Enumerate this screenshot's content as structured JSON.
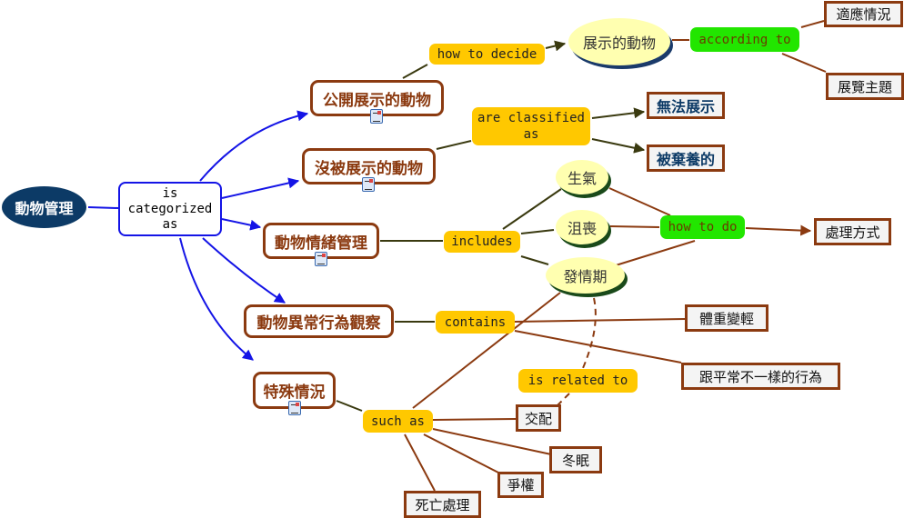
{
  "root": "動物管理",
  "link_categorized": "is categorized as",
  "categories": {
    "public": "公開展示的動物",
    "not_shown": "沒被展示的動物",
    "emotion": "動物情緒管理",
    "abnormal": "動物異常行為觀察",
    "special": "特殊情況"
  },
  "links": {
    "how_to_decide": "how to decide",
    "according_to": "according to",
    "are_classified_as": "are classified as",
    "includes": "includes",
    "how_to_do": "how to do",
    "contains": "contains",
    "is_related_to": "is related to",
    "such_as": "such as"
  },
  "concepts": {
    "shown_animals": "展示的動物",
    "adaptation": "適應情況",
    "exhibit_theme": "展覽主題",
    "cannot_show": "無法展示",
    "abandoned": "被棄養的",
    "angry": "生氣",
    "depressed": "沮喪",
    "estrus": "發情期",
    "handling": "處理方式",
    "weight_loss": "體重變輕",
    "unusual_behavior": "跟平常不一樣的行為",
    "mating": "交配",
    "hibernation": "冬眠",
    "dominance": "爭權",
    "death": "死亡處理"
  },
  "icons": {
    "resource": "document-icon"
  }
}
